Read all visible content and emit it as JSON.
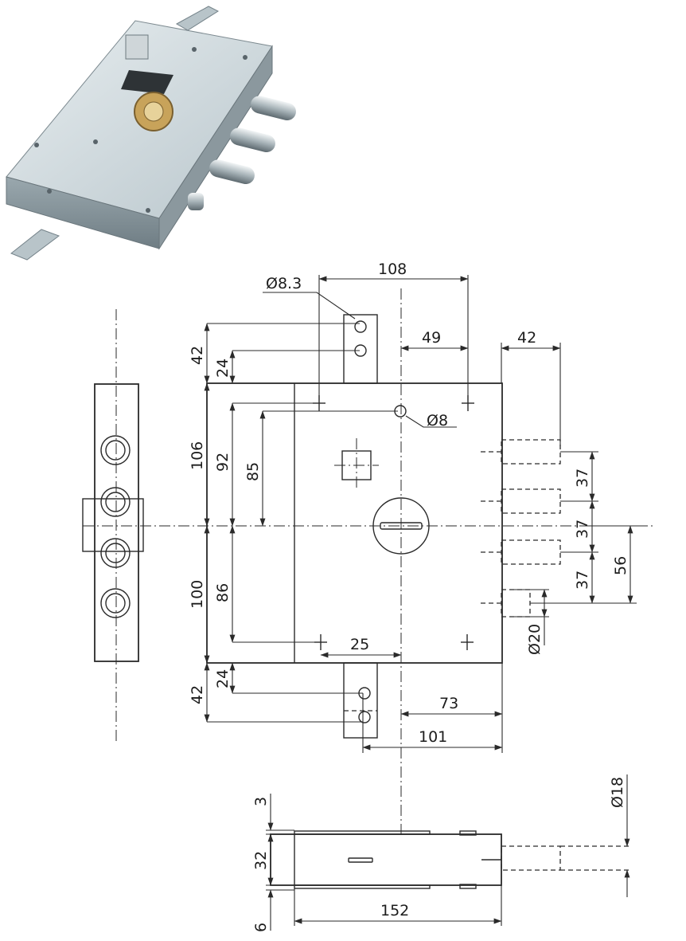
{
  "product_photo": {
    "kind": "security-door-lock-photo",
    "bolt_count": 3
  },
  "dimensions": {
    "d_hole_top": "Ø8.3",
    "d_cyl_pin": "Ø8",
    "d_bolt_small": "Ø20",
    "d_bolt_side": "Ø18",
    "w108": "108",
    "w49": "49",
    "w42_bolts": "42",
    "h42_top": "42",
    "h24_top": "24",
    "h106": "106",
    "h92": "92",
    "h85": "85",
    "h100": "100",
    "h86": "86",
    "h24_bot": "24",
    "h42_bot": "42",
    "w25": "25",
    "w73": "73",
    "w101": "101",
    "v37a": "37",
    "v37b": "37",
    "v37c": "37",
    "v56": "56",
    "s3": "3",
    "s32": "32",
    "s6": "6",
    "w152": "152"
  }
}
